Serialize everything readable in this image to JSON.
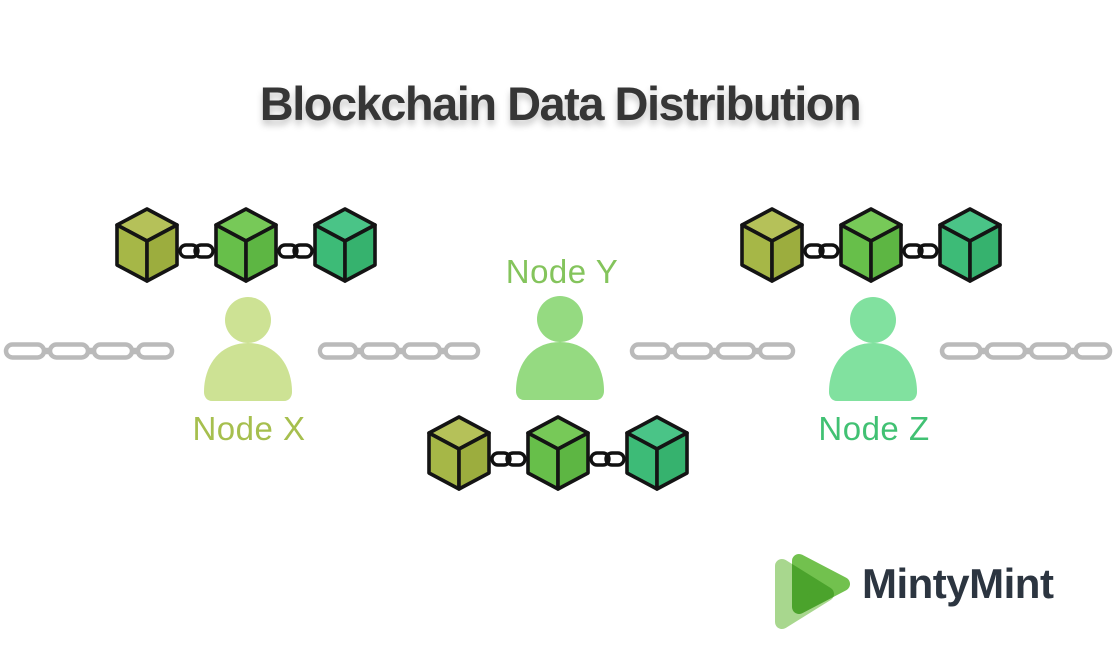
{
  "title": {
    "text": "Blockchain Data Distribution",
    "color": "#363636"
  },
  "nodes": [
    {
      "label": "Node X",
      "label_color": "#a6bf4e",
      "person_color": "#cde294"
    },
    {
      "label": "Node Y",
      "label_color": "#84c45c",
      "person_color": "#95da81"
    },
    {
      "label": "Node Z",
      "label_color": "#41c173",
      "person_color": "#81e19f"
    }
  ],
  "blocks": [
    {
      "name": "olive-block",
      "top": "#b5c159",
      "left": "#a6b747",
      "right": "#9cad3e"
    },
    {
      "name": "green-block",
      "top": "#77c958",
      "left": "#67bf4a",
      "right": "#5db643"
    },
    {
      "name": "teal-block",
      "top": "#4ac487",
      "left": "#3dbb77",
      "right": "#36b26e"
    }
  ],
  "block_outline_color": "#141414",
  "block_link_icon_color": "#111111",
  "chain": {
    "color": "#bababa",
    "link_fill": "#ffffff"
  },
  "logo": {
    "text": "MintyMint",
    "text_color": "#2c3540",
    "front_color": "#72c14e",
    "back_color": "#a8d78e"
  }
}
